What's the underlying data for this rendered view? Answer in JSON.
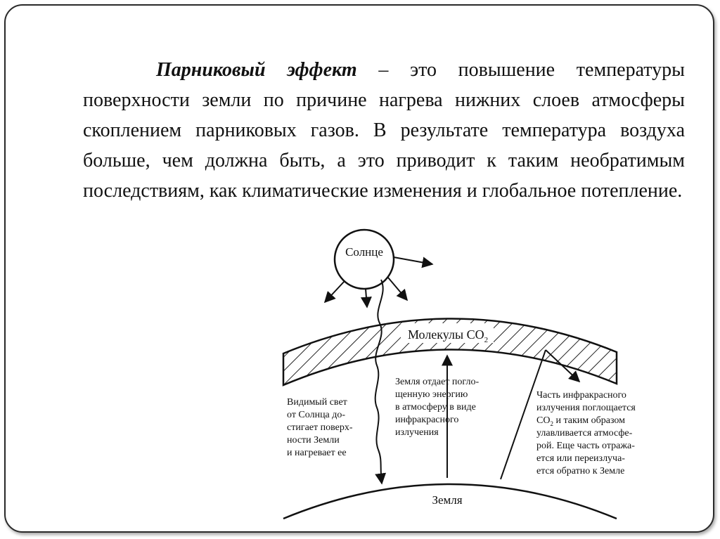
{
  "slide": {
    "paragraph": {
      "term": "Парниковый эффект",
      "text": " – это повышение температуры поверхности земли по причине нагрева нижних слоев атмосферы скоплением парниковых газов. В результате температура воздуха больше, чем должна быть, а это приводит к таким необратимым последствиям, как климатические изменения и глобальное потепление."
    }
  },
  "diagram": {
    "sun_label": "Солнце",
    "molecules_label": "Молекулы CO",
    "molecules_subscript": "2",
    "earth_label": "Земля",
    "left_caption": [
      "Видимый свет",
      "от Солнца до-",
      "стигает поверх-",
      "ности Земли",
      "и нагревает ее"
    ],
    "middle_caption": [
      "Земля отдает погло-",
      "щенную энергию",
      "в атмосферу в виде",
      "инфракрасного",
      "излучения"
    ],
    "right_caption": [
      "Часть инфракрасного",
      "излучения поглощается",
      "CO",
      "2",
      " и таким образом",
      "улавливается атмосфе-",
      "рой. Еще часть отража-",
      "ется или переизлуча-",
      "ется обратно к Земле"
    ]
  }
}
